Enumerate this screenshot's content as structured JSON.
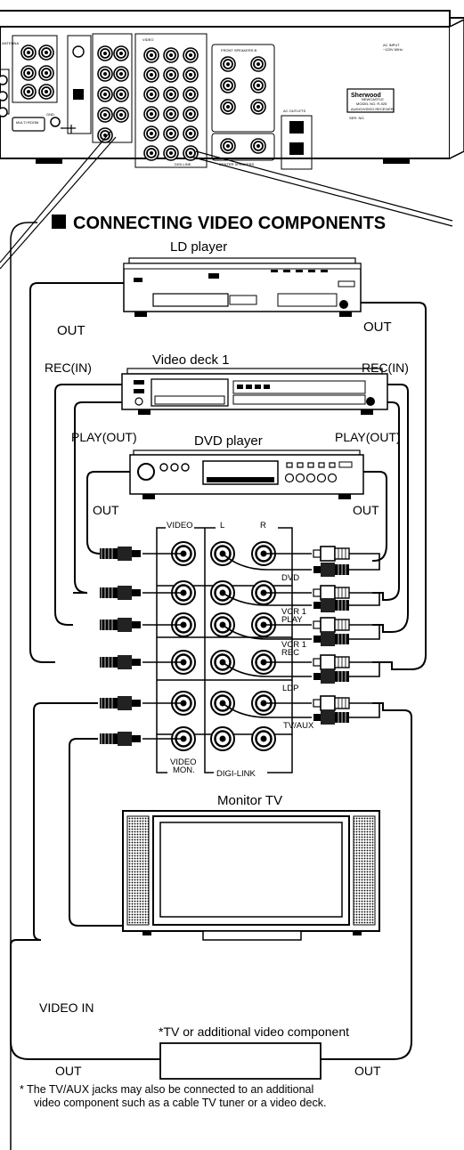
{
  "title": "CONNECTING VIDEO COMPONENTS",
  "receiver": {
    "brand": "Sherwood",
    "brand_sub": "NEWCASTLE",
    "model": "MODEL NO. R-925",
    "product": "AUDIO/VIDEO RECEIVER",
    "ac_input": "AC INPUT",
    "ac_input_spec": "~120V 60Hz",
    "serial": "SER. NO.",
    "antenna": "ANTENNA",
    "multi_room": "MULTI ROOM",
    "gnd": "GND",
    "video": "VIDEO",
    "digi_link": "DIGI-LINK",
    "front_speakers": "FRONT SPEAKERS B",
    "center_speakers": "CENTER SPEAKERS",
    "ac_outlets": "AC OUTLETS"
  },
  "components": {
    "ld_player": "LD player",
    "video_deck": "Video deck 1",
    "dvd_player": "DVD player",
    "monitor_tv": "Monitor TV",
    "tv_other": "*TV or additional video component"
  },
  "labels": {
    "out": "OUT",
    "rec_in": "REC(IN)",
    "play_out": "PLAY(OUT)",
    "video_in": "VIDEO IN"
  },
  "jack_panel": {
    "col_video": "VIDEO",
    "col_l": "L",
    "col_r": "R",
    "rows": [
      "DVD",
      "VCR 1 PLAY",
      "VCR 1 REC",
      "LDP",
      "TV/AUX"
    ],
    "row_dvd": "DVD",
    "row_vcr1_play_1": "VCR 1",
    "row_vcr1_play_2": "PLAY",
    "row_vcr1_rec_1": "VCR 1",
    "row_vcr1_rec_2": "REC",
    "row_ldp": "LDP",
    "row_tvaux": "TV/AUX",
    "video_mon_1": "VIDEO",
    "video_mon_2": "MON.",
    "digi_link": "DIGI-LINK"
  },
  "footnote": {
    "line1": "* The TV/AUX jacks may also be connected to an additional",
    "line2": "video component such as a cable TV tuner or a video deck."
  }
}
